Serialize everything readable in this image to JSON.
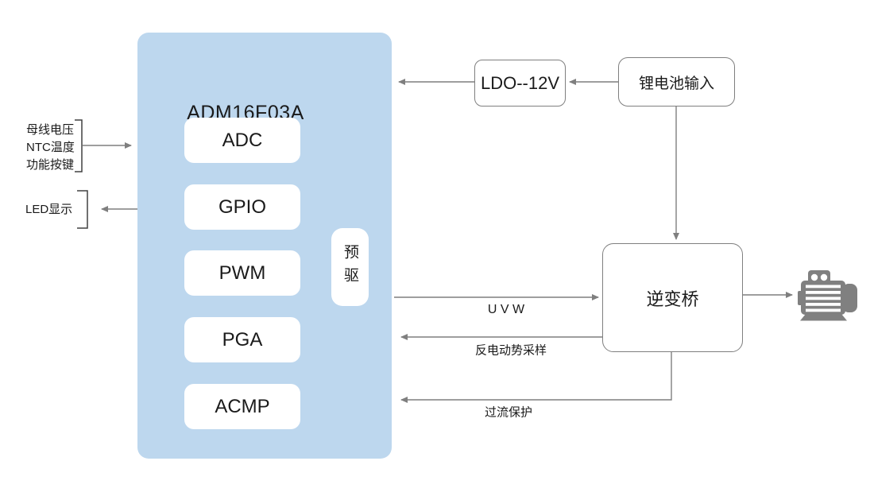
{
  "mcu": {
    "title": "ADM16F03A",
    "peripherals": [
      {
        "label": "ADC"
      },
      {
        "label": "GPIO"
      },
      {
        "label": "PWM"
      },
      {
        "label": "PGA"
      },
      {
        "label": "ACMP"
      }
    ],
    "predriver_label": "预驱"
  },
  "left": {
    "sensor_lines": [
      "母线电压",
      "NTC温度",
      "功能按键"
    ],
    "led_label": "LED显示"
  },
  "power": {
    "ldo_label": "LDO--12V",
    "battery_label": "锂电池输入"
  },
  "inverter_label": "逆变桥",
  "wires": {
    "uvw_label": "U V W",
    "back_emf_label": "反电动势采样",
    "overcurrent_label": "过流保护"
  },
  "icons": {
    "motor": "motor-icon"
  },
  "colors": {
    "mcu_fill": "#BDD7EE",
    "block_fill": "#FFFFFF",
    "wire": "#7F7F7F",
    "box_border": "#7F7F7F",
    "bracket": "#404040",
    "text": "#1A1A1A",
    "motor": "#808080"
  }
}
